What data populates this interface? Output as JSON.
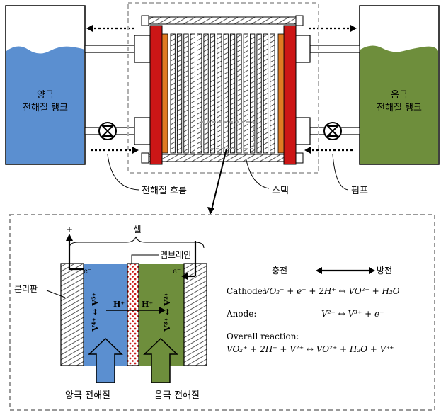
{
  "top": {
    "tank_left_label_1": "양극",
    "tank_left_label_2": "전해질 탱크",
    "tank_right_label_1": "음극",
    "tank_right_label_2": "전해질 탱크",
    "label_flow": "전해질 흐름",
    "label_stack": "스택",
    "label_pump": "펌프",
    "colors": {
      "positive": "#5b8fd0",
      "negative": "#6e8e3c",
      "plate_red": "#cc1616",
      "plate_orange": "#e07a22"
    }
  },
  "cell": {
    "label_cell": "셀",
    "label_membrane": "멤브레인",
    "label_separator": "분리판",
    "plus": "+",
    "minus": "-",
    "electron": "e⁻",
    "left_reaction": "V⁴⁺ ↔ V⁵⁺",
    "right_reaction": "V³⁺ ↔ V²⁺",
    "proton": "H⁺",
    "left_electrolyte": "양극 전해질",
    "right_electrolyte": "음극 전해질"
  },
  "equations": {
    "charge": "충전",
    "discharge": "방전",
    "cathode_label": "Cathode:",
    "cathode_eq": "VO₂⁺ + e⁻ + 2H⁺ ↔ VO²⁺ + H₂O",
    "anode_label": "Anode:",
    "anode_eq": "V²⁺ ↔ V³⁺ + e⁻",
    "overall_label": "Overall reaction:",
    "overall_eq": "VO₂⁺ + 2H⁺ + V²⁺ ↔ VO²⁺ + H₂O + V³⁺"
  }
}
